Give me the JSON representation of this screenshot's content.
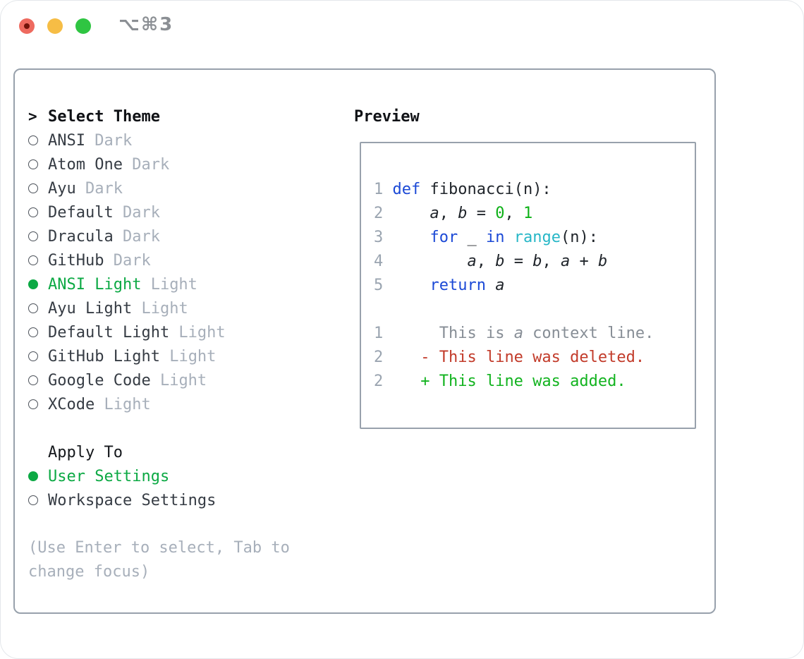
{
  "titlebar": {
    "title": "⌥⌘3"
  },
  "colors": {
    "accent_green": "#0ca944",
    "item_dark": "#363c44",
    "header_black": "#101216",
    "variant_gray": "#a7afba",
    "num_gray": "#9aa4b0",
    "ctx_gray": "#878e96",
    "kw_blue": "#1b49d6",
    "fn_cyan": "#27b7c7",
    "lit_green": "#0db117",
    "del_red": "#c23b2a",
    "add_green": "#12b31f",
    "border_gray": "#98a1ac",
    "title_gray": "#8b8f94",
    "tl_red": "#ee6a5f",
    "tl_red_dot": "#721309",
    "tl_yellow": "#f6bd45",
    "tl_green": "#2fc542",
    "code_plain": "#20252b"
  },
  "panel": {
    "cursor_glyph": ">",
    "select_theme_label": "Select Theme",
    "themes": [
      {
        "name": "ANSI",
        "variant": "Dark",
        "selected": false
      },
      {
        "name": "Atom One",
        "variant": "Dark",
        "selected": false
      },
      {
        "name": "Ayu",
        "variant": "Dark",
        "selected": false
      },
      {
        "name": "Default",
        "variant": "Dark",
        "selected": false
      },
      {
        "name": "Dracula",
        "variant": "Dark",
        "selected": false
      },
      {
        "name": "GitHub",
        "variant": "Dark",
        "selected": false
      },
      {
        "name": "ANSI Light",
        "variant": "Light",
        "selected": true
      },
      {
        "name": "Ayu Light",
        "variant": "Light",
        "selected": false
      },
      {
        "name": "Default Light",
        "variant": "Light",
        "selected": false
      },
      {
        "name": "GitHub Light",
        "variant": "Light",
        "selected": false
      },
      {
        "name": "Google Code",
        "variant": "Light",
        "selected": false
      },
      {
        "name": "XCode",
        "variant": "Light",
        "selected": false
      }
    ],
    "apply_to_label": "Apply To",
    "apply_targets": [
      {
        "name": "User Settings",
        "selected": true
      },
      {
        "name": "Workspace Settings",
        "selected": false
      }
    ],
    "hint": "(Use Enter to select, Tab to change focus)"
  },
  "preview": {
    "label": "Preview",
    "lines": [
      [],
      [
        {
          "c": "num",
          "t": "1 "
        },
        {
          "c": "kw",
          "t": "def"
        },
        {
          "c": "plain",
          "t": " fibonacci(n):"
        }
      ],
      [
        {
          "c": "num",
          "t": "2 "
        },
        {
          "c": "plain",
          "t": "    "
        },
        {
          "c": "var",
          "t": "a"
        },
        {
          "c": "plain",
          "t": ", "
        },
        {
          "c": "var",
          "t": "b"
        },
        {
          "c": "plain",
          "t": " = "
        },
        {
          "c": "lit",
          "t": "0"
        },
        {
          "c": "plain",
          "t": ", "
        },
        {
          "c": "lit",
          "t": "1"
        }
      ],
      [
        {
          "c": "num",
          "t": "3 "
        },
        {
          "c": "plain",
          "t": "    "
        },
        {
          "c": "kw",
          "t": "for"
        },
        {
          "c": "plain",
          "t": " _ "
        },
        {
          "c": "kw",
          "t": "in"
        },
        {
          "c": "plain",
          "t": " "
        },
        {
          "c": "fn",
          "t": "range"
        },
        {
          "c": "plain",
          "t": "(n):"
        }
      ],
      [
        {
          "c": "num",
          "t": "4 "
        },
        {
          "c": "plain",
          "t": "        "
        },
        {
          "c": "var",
          "t": "a"
        },
        {
          "c": "plain",
          "t": ", "
        },
        {
          "c": "var",
          "t": "b"
        },
        {
          "c": "plain",
          "t": " = "
        },
        {
          "c": "var",
          "t": "b"
        },
        {
          "c": "plain",
          "t": ", "
        },
        {
          "c": "var",
          "t": "a"
        },
        {
          "c": "plain",
          "t": " + "
        },
        {
          "c": "var",
          "t": "b"
        }
      ],
      [
        {
          "c": "num",
          "t": "5 "
        },
        {
          "c": "plain",
          "t": "    "
        },
        {
          "c": "kw",
          "t": "return"
        },
        {
          "c": "plain",
          "t": " "
        },
        {
          "c": "var",
          "t": "a"
        }
      ],
      [],
      [
        {
          "c": "num",
          "t": "1"
        },
        {
          "c": "ctx",
          "t": "      This is "
        },
        {
          "c": "ctx_i",
          "t": "a"
        },
        {
          "c": "ctx",
          "t": " context line."
        }
      ],
      [
        {
          "c": "num",
          "t": "2"
        },
        {
          "c": "plain",
          "t": "    "
        },
        {
          "c": "del",
          "t": "- This line was deleted."
        }
      ],
      [
        {
          "c": "num",
          "t": "2"
        },
        {
          "c": "plain",
          "t": "    "
        },
        {
          "c": "add",
          "t": "+ This line was added."
        }
      ]
    ]
  }
}
